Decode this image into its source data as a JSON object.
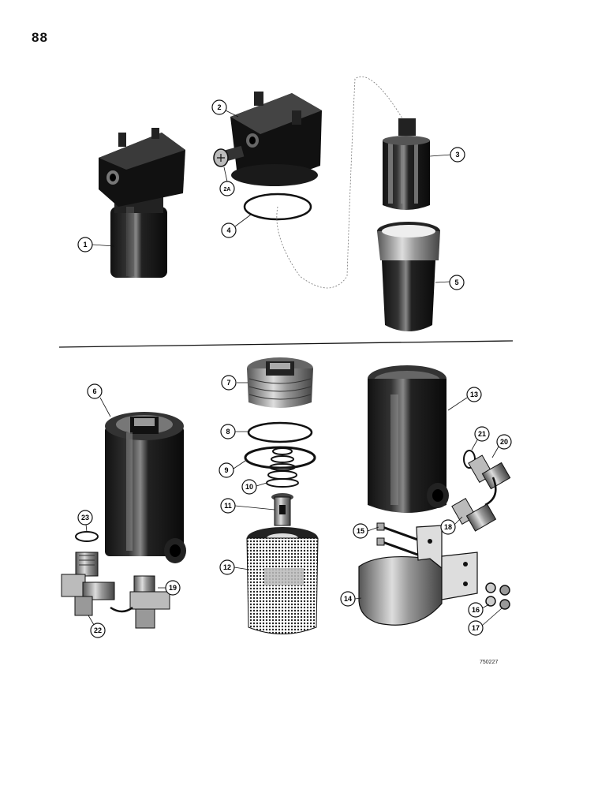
{
  "page": {
    "number": "88",
    "art_number": "750227"
  },
  "callouts": [
    {
      "id": "c1",
      "label": "1"
    },
    {
      "id": "c2",
      "label": "2"
    },
    {
      "id": "c2a",
      "label": "2A"
    },
    {
      "id": "c3",
      "label": "3"
    },
    {
      "id": "c4",
      "label": "4"
    },
    {
      "id": "c5",
      "label": "5"
    },
    {
      "id": "c6",
      "label": "6"
    },
    {
      "id": "c7",
      "label": "7"
    },
    {
      "id": "c8",
      "label": "8"
    },
    {
      "id": "c9",
      "label": "9"
    },
    {
      "id": "c10",
      "label": "10"
    },
    {
      "id": "c11",
      "label": "11"
    },
    {
      "id": "c12",
      "label": "12"
    },
    {
      "id": "c13",
      "label": "13"
    },
    {
      "id": "c14",
      "label": "14"
    },
    {
      "id": "c15",
      "label": "15"
    },
    {
      "id": "c16",
      "label": "16"
    },
    {
      "id": "c17",
      "label": "17"
    },
    {
      "id": "c18",
      "label": "18"
    },
    {
      "id": "c19",
      "label": "19"
    },
    {
      "id": "c20",
      "label": "20"
    },
    {
      "id": "c21",
      "label": "21"
    },
    {
      "id": "c22",
      "label": "22"
    },
    {
      "id": "c23",
      "label": "23"
    }
  ]
}
